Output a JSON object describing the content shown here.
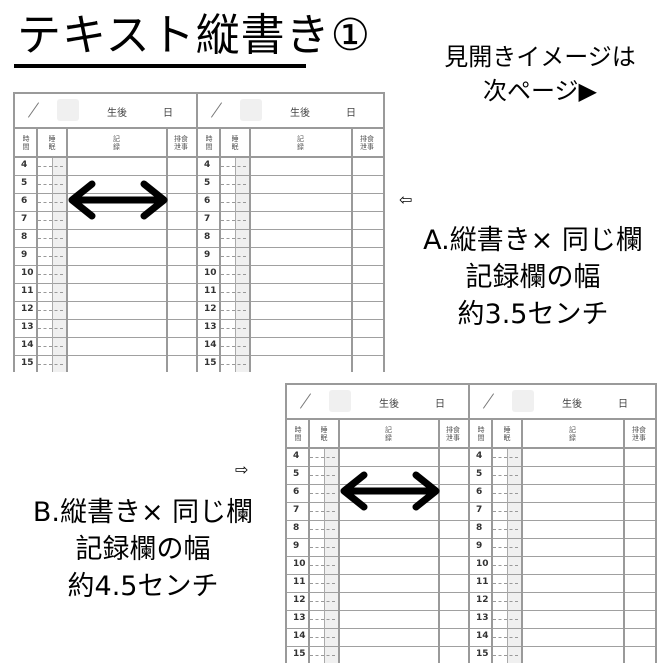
{
  "title": "テキスト縦書き①",
  "note": {
    "line1": "見開きイメージは",
    "line2": "次ページ▶"
  },
  "sheet_header": {
    "age_label": "生後",
    "day_label": "日"
  },
  "columns": {
    "time": "時\n間",
    "sleep": "睡\n眠",
    "record": "記\n録",
    "excretion": "排食\n泄事"
  },
  "hours": [
    "4",
    "5",
    "6",
    "7",
    "8",
    "9",
    "10",
    "11",
    "12",
    "13",
    "14",
    "15"
  ],
  "option_a": {
    "pointer": "⇦",
    "line1": "A.縦書き× 同じ欄",
    "line2": "記録欄の幅",
    "line3": "約3.5センチ"
  },
  "option_b": {
    "pointer": "⇨",
    "line1": "B.縦書き× 同じ欄",
    "line2": "記録欄の幅",
    "line3": "約4.5センチ"
  },
  "icons": {
    "width_arrow": "double-headed-arrow",
    "pointer_left": "hollow-left-arrow",
    "pointer_right": "hollow-right-arrow"
  }
}
